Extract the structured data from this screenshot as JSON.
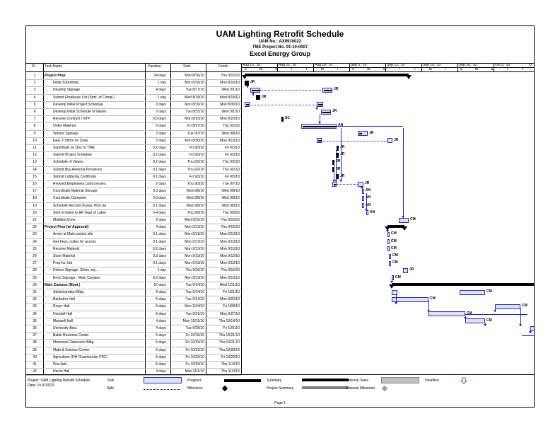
{
  "title": {
    "main": "UAM Lighting Retrofit Schedule",
    "line1": "UAM   No.: AX0910022",
    "line2": "TME Project No. 01-10-0007",
    "line3": "Excel Energy Group"
  },
  "columns": {
    "id": "ID",
    "name": "Task Name",
    "duration": "Duration",
    "start": "Start",
    "finish": "Finish"
  },
  "timeline": {
    "weeks": [
      "Aug 15, '10",
      "Aug 22, '10",
      "Aug 29, '10",
      "Sep 5, '10",
      "Sep 12, '10",
      "Sep 19, '10",
      "Sep 26, '10",
      "Oct 3, '10"
    ],
    "trailing_week_label": "O",
    "day_letters": [
      "S",
      "W",
      "S",
      "T",
      "F",
      "M",
      "T",
      "S",
      "W",
      "S",
      "T",
      "F",
      "M",
      "T",
      "S",
      "W",
      "S",
      "T",
      "F"
    ]
  },
  "tasks": [
    {
      "id": "1",
      "name": "Project Prep",
      "duration": "24 days",
      "start": "Mon 8/16/10",
      "finish": "Thu 9/16/10",
      "bold": true
    },
    {
      "id": "2",
      "name": "Initial Submittals",
      "duration": "1 day",
      "start": "Mon 8/16/10",
      "finish": "Mon 8/16/10"
    },
    {
      "id": "3",
      "name": "Develop Signage",
      "duration": "4 days",
      "start": "Tue 8/17/10",
      "finish": "Wed 9/1/10"
    },
    {
      "id": "4",
      "name": "Submit Employee List (Stmt. of Compl.)",
      "duration": "1 day",
      "start": "Wed 8/18/10",
      "finish": "Wed 8/18/10"
    },
    {
      "id": "5",
      "name": "Develop Initial Project Schedule",
      "duration": "3 days",
      "start": "Mon 8/16/10",
      "finish": "Mon 8/30/10"
    },
    {
      "id": "6",
      "name": "Develop Initial Schedule of Values",
      "duration": "2 days",
      "start": "Tue 8/31/10",
      "finish": "Wed 9/1/10"
    },
    {
      "id": "7",
      "name": "Receive Contract / NTP",
      "duration": "0.5 days",
      "start": "Mon 8/23/10",
      "finish": "Mon 8/23/10"
    },
    {
      "id": "8",
      "name": "Order Material",
      "duration": "5 days",
      "start": "Fri 8/27/10",
      "finish": "Thu 9/2/10"
    },
    {
      "id": "9",
      "name": "Vehicle Signage",
      "duration": "2 days",
      "start": "Tue 9/7/10",
      "finish": "Wed 9/8/10"
    },
    {
      "id": "10",
      "name": "EEG T-Shirts for Crew",
      "duration": "2 days",
      "start": "Mon 8/30/10",
      "finish": "Mon 9/13/10"
    },
    {
      "id": "11",
      "name": "Submittals on Disc to TME",
      "duration": "0.2 days",
      "start": "Fri 9/3/10",
      "finish": "Fri 9/3/10"
    },
    {
      "id": "12",
      "name": "Submit Project Schedule",
      "duration": "0.2 days",
      "start": "Fri 9/3/10",
      "finish": "Fri 9/3/10"
    },
    {
      "id": "13",
      "name": "Schedule of Values",
      "duration": "0.2 days",
      "start": "Thu 9/2/10",
      "finish": "Thu 9/2/10"
    },
    {
      "id": "14",
      "name": "Submit Buy America Provisions",
      "duration": "0.1 days",
      "start": "Thu 9/2/10",
      "finish": "Thu 9/2/10"
    },
    {
      "id": "15",
      "name": "Submit Lobbying Certificate",
      "duration": "0.1 days",
      "start": "Fri 9/3/10",
      "finish": "Fri 9/3/10"
    },
    {
      "id": "16",
      "name": "Revised Employees List/Licenses",
      "duration": "2 days",
      "start": "Thu 9/2/10",
      "finish": "Tue 9/7/10"
    },
    {
      "id": "17",
      "name": "Coordinate Material Storage",
      "duration": "0.3 days",
      "start": "Wed 9/8/10",
      "finish": "Wed 9/8/10"
    },
    {
      "id": "18",
      "name": "Coordinate Dumpster",
      "duration": "0.3 days",
      "start": "Wed 9/8/10",
      "finish": "Wed 9/8/10"
    },
    {
      "id": "19",
      "name": "Schedule Recycle Boxes, Pick Up",
      "duration": "0.1 days",
      "start": "Wed 9/8/10",
      "finish": "Wed 9/8/10"
    },
    {
      "id": "20",
      "name": "Stmt of Intent to AR Dept of Labor",
      "duration": "0.4 days",
      "start": "Thu 9/9/10",
      "finish": "Thu 9/9/10"
    },
    {
      "id": "21",
      "name": "Mobilize Crew",
      "duration": "2 days",
      "start": "Wed 9/15/10",
      "finish": "Thu 9/16/10"
    },
    {
      "id": "22",
      "name": "Project Prep (w/ Approval)",
      "duration": "4 days",
      "start": "Mon 9/13/10",
      "finish": "Thu 9/16/10",
      "bold": true
    },
    {
      "id": "23",
      "name": "Arrive at Main project site",
      "duration": "0.1 days",
      "start": "Mon 9/13/10",
      "finish": "Mon 9/13/10"
    },
    {
      "id": "24",
      "name": "Get Keys, codes for access",
      "duration": "0.1 days",
      "start": "Mon 9/13/10",
      "finish": "Mon 9/13/10"
    },
    {
      "id": "25",
      "name": "Receive Material",
      "duration": "0.2 days",
      "start": "Mon 9/13/10",
      "finish": "Mon 9/13/10"
    },
    {
      "id": "26",
      "name": "Store Material",
      "duration": "0.3 days",
      "start": "Mon 9/13/10",
      "finish": "Mon 9/13/10"
    },
    {
      "id": "27",
      "name": "Prep for Job",
      "duration": "0.1 days",
      "start": "Mon 9/13/10",
      "finish": "Mon 9/13/10"
    },
    {
      "id": "28",
      "name": "Deliver Signage, Shirts, etc,...",
      "duration": "1 day",
      "start": "Thu 9/16/10",
      "finish": "Thu 9/16/10"
    },
    {
      "id": "29",
      "name": "Erect Signage - Main Campus",
      "duration": "0.2 days",
      "start": "Mon 9/13/10",
      "finish": "Mon 9/13/10"
    },
    {
      "id": "30",
      "name": "Main Campus (Mont.)",
      "duration": "57 days",
      "start": "Tue 9/14/10",
      "finish": "Wed 12/1/10",
      "bold": true
    },
    {
      "id": "31",
      "name": "Administration Bldg.",
      "duration": "6 days",
      "start": "Tue 9/14/10",
      "finish": "Fri 10/1/10"
    },
    {
      "id": "32",
      "name": "Bankston Hall",
      "duration": "5 days",
      "start": "Tue 9/14/10",
      "finish": "Mon 9/20/10"
    },
    {
      "id": "33",
      "name": "Royer Hall",
      "duration": "5 days",
      "start": "Mon 10/4/10",
      "finish": "Fri 10/8/10"
    },
    {
      "id": "34",
      "name": "Horsfall Hall",
      "duration": "5 days",
      "start": "Tue 9/21/10",
      "finish": "Mon 9/27/10"
    },
    {
      "id": "35",
      "name": "Maxwell Hall",
      "duration": "4 days",
      "start": "Mon 10/11/10",
      "finish": "Thu 10/14/10"
    },
    {
      "id": "36",
      "name": "University Apts.",
      "duration": "4 days",
      "start": "Tue 9/28/10",
      "finish": "Fri 10/1/10"
    },
    {
      "id": "37",
      "name": "Babin Business Center",
      "duration": "5 days",
      "start": "Fri 10/15/10",
      "finish": "Thu 10/21/10"
    },
    {
      "id": "38",
      "name": "Memorial Classroom Bldg.",
      "duration": "5 days",
      "start": "Fri 10/15/10",
      "finish": "Thu 10/21/10"
    },
    {
      "id": "39",
      "name": "Math & Science Center",
      "duration": "5 days",
      "start": "Fri 10/22/10",
      "finish": "Thu 10/28/10"
    },
    {
      "id": "40",
      "name": "Agriculture (HH Chamberlain FRC)",
      "duration": "6 days",
      "start": "Fri 10/22/10",
      "finish": "Fri 10/29/10"
    },
    {
      "id": "41",
      "name": "Fine Arts",
      "duration": "5 days",
      "start": "Fri 10/29/10",
      "finish": "Thu 11/4/10"
    },
    {
      "id": "42",
      "name": "Harris Hall",
      "duration": "4 days",
      "start": "Mon 11/1/10",
      "finish": "Thu 11/4/10"
    }
  ],
  "resource_labels": {
    "jr": "JR",
    "an": "AN",
    "sc": "SC",
    "cm": "CM"
  },
  "legend": {
    "project": "Project: UAM Lighting Retrofit Schedule",
    "date": "Date: Fri 9/10/10",
    "task": "Task",
    "split": "Split",
    "progress": "Progress",
    "milestone": "Milestone",
    "summary": "Summary",
    "project_summary": "Project Summary",
    "external_tasks": "External Tasks",
    "external_milestone": "External Milestone",
    "deadline": "Deadline"
  },
  "footer": {
    "page": "Page 1"
  },
  "colors": {
    "task_fill": "#dde3f6",
    "task_border": "#2b2bd6",
    "link": "#1f1fd6",
    "external": "#c0c0c0",
    "deadline": "#2a9a2a"
  }
}
